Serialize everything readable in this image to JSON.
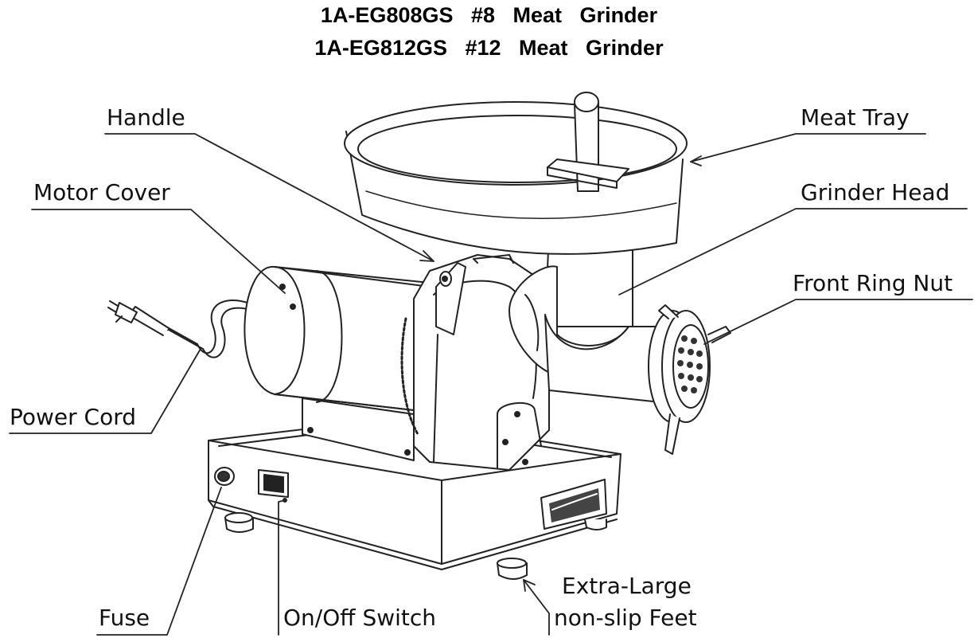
{
  "title": {
    "line1": "1A-EG808GS   #8   Meat   Grinder",
    "line2": "1A-EG812GS   #12   Meat   Grinder"
  },
  "labels": {
    "handle": "Handle",
    "meat_tray": "Meat Tray",
    "motor_cover": "Motor Cover",
    "grinder_head": "Grinder Head",
    "front_ring_nut": "Front Ring Nut",
    "power_cord": "Power Cord",
    "fuse": "Fuse",
    "switch": "On/Off Switch",
    "feet_line1": "Extra-Large",
    "feet_line2": "non-slip Feet"
  }
}
